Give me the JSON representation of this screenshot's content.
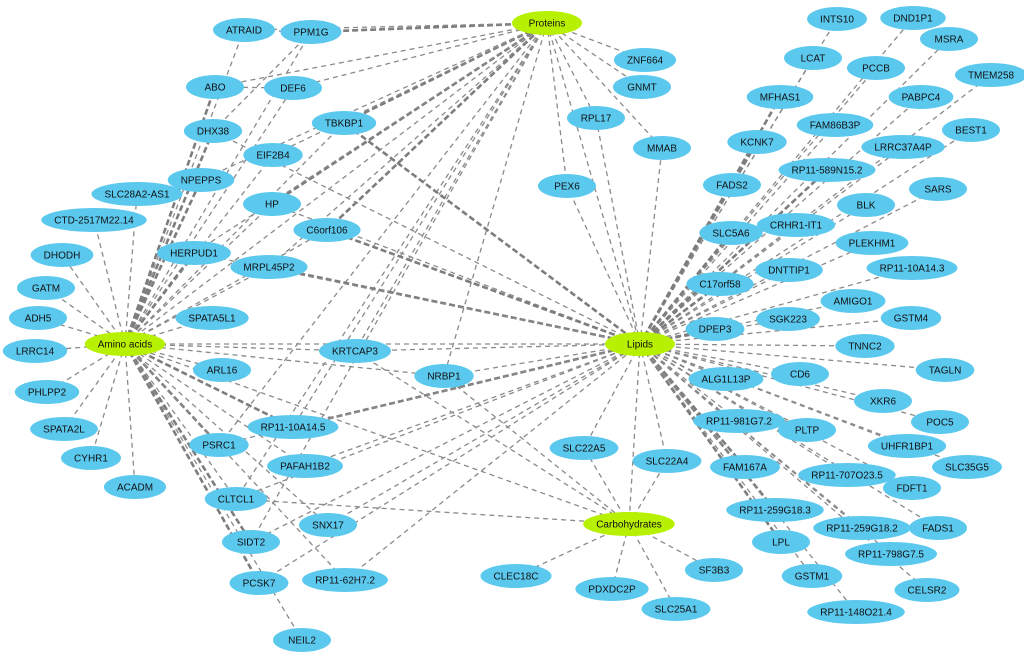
{
  "colors": {
    "hub": "#b7f000",
    "gene": "#5bc8ee",
    "edge": "#8a8a8a",
    "text": "#111111"
  },
  "hubs": [
    {
      "id": "proteins",
      "label": "Proteins"
    },
    {
      "id": "lipids",
      "label": "Lipids"
    },
    {
      "id": "amino",
      "label": "Amino acids"
    },
    {
      "id": "carbs",
      "label": "Carbohydrates"
    }
  ],
  "genes": [
    "ATRAID",
    "PPM1G",
    "ABO",
    "DEF6",
    "DHX38",
    "TBKBP1",
    "EIF2B4",
    "NPEPPS",
    "SLC28A2-AS1",
    "CTD-2517M22.14",
    "HP",
    "C6orf106",
    "HERPUD1",
    "DHODH",
    "MRPL45P2",
    "GATM",
    "ADH5",
    "SPATA5L1",
    "LRRC14",
    "KRTCAP3",
    "ARL16",
    "NRBP1",
    "PHLPP2",
    "SPATA2L",
    "RP11-10A14.5",
    "PSRC1",
    "PAFAH1B2",
    "CYHR1",
    "ACADM",
    "CLTCL1",
    "SNX17",
    "SIDT2",
    "PCSK7",
    "RP11-62H7.2",
    "NEIL2",
    "ZNF664",
    "GNMT",
    "RPL17",
    "MMAB",
    "PEX6",
    "SLC22A5",
    "SLC22A4",
    "CLEC18C",
    "PDXDC2P",
    "SF3B3",
    "SLC25A1",
    "INTS10",
    "DND1P1",
    "MSRA",
    "LCAT",
    "PCCB",
    "TMEM258",
    "MFHAS1",
    "PABPC4",
    "FAM86B3P",
    "BEST1",
    "KCNK7",
    "LRRC37A4P",
    "RP11-589N15.2",
    "FADS2",
    "SARS",
    "SLC5A6",
    "CRHR1-IT1",
    "BLK",
    "PLEKHM1",
    "DNTTIP1",
    "RP11-10A14.3",
    "C17orf58",
    "AMIGO1",
    "SGK223",
    "GSTM4",
    "DPEP3",
    "TNNC2",
    "CD6",
    "TAGLN",
    "ALG1L13P",
    "XKR6",
    "POC5",
    "RP11-981G7.2",
    "PLTP",
    "UHFR1BP1",
    "SLC35G5",
    "FAM167A",
    "RP11-707O23.5",
    "FDFT1",
    "RP11-259G18.3",
    "RP11-259G18.2",
    "FADS1",
    "LPL",
    "RP11-798G7.5",
    "GSTM1",
    "CELSR2",
    "RP11-148O21.4"
  ],
  "edges": [
    [
      "Proteins",
      "PPM1G"
    ],
    [
      "Proteins",
      "ATRAID"
    ],
    [
      "Proteins",
      "ABO"
    ],
    [
      "Proteins",
      "DEF6"
    ],
    [
      "Proteins",
      "TBKBP1"
    ],
    [
      "Proteins",
      "EIF2B4"
    ],
    [
      "Proteins",
      "HP"
    ],
    [
      "Proteins",
      "C6orf106"
    ],
    [
      "Proteins",
      "NPEPPS"
    ],
    [
      "Proteins",
      "HERPUD1"
    ],
    [
      "Proteins",
      "MRPL45P2"
    ],
    [
      "Proteins",
      "Amino acids"
    ],
    [
      "Proteins",
      "KRTCAP3"
    ],
    [
      "Proteins",
      "NRBP1"
    ],
    [
      "Proteins",
      "ZNF664"
    ],
    [
      "Proteins",
      "GNMT"
    ],
    [
      "Proteins",
      "RPL17"
    ],
    [
      "Proteins",
      "MMAB"
    ],
    [
      "Proteins",
      "PEX6"
    ],
    [
      "Proteins",
      "Lipids"
    ],
    [
      "Proteins",
      "RP11-10A14.5"
    ],
    [
      "Proteins",
      "CLTCL1"
    ],
    [
      "Proteins",
      "SIDT2"
    ],
    [
      "Proteins",
      "PSRC1"
    ],
    [
      "Amino acids",
      "ATRAID"
    ],
    [
      "Amino acids",
      "PPM1G"
    ],
    [
      "Amino acids",
      "ABO"
    ],
    [
      "Amino acids",
      "DEF6"
    ],
    [
      "Amino acids",
      "DHX38"
    ],
    [
      "Amino acids",
      "TBKBP1"
    ],
    [
      "Amino acids",
      "EIF2B4"
    ],
    [
      "Amino acids",
      "NPEPPS"
    ],
    [
      "Amino acids",
      "SLC28A2-AS1"
    ],
    [
      "Amino acids",
      "CTD-2517M22.14"
    ],
    [
      "Amino acids",
      "HP"
    ],
    [
      "Amino acids",
      "C6orf106"
    ],
    [
      "Amino acids",
      "HERPUD1"
    ],
    [
      "Amino acids",
      "DHODH"
    ],
    [
      "Amino acids",
      "MRPL45P2"
    ],
    [
      "Amino acids",
      "GATM"
    ],
    [
      "Amino acids",
      "ADH5"
    ],
    [
      "Amino acids",
      "SPATA5L1"
    ],
    [
      "Amino acids",
      "LRRC14"
    ],
    [
      "Amino acids",
      "PHLPP2"
    ],
    [
      "Amino acids",
      "SPATA2L"
    ],
    [
      "Amino acids",
      "CYHR1"
    ],
    [
      "Amino acids",
      "ACADM"
    ],
    [
      "Amino acids",
      "ARL16"
    ],
    [
      "Amino acids",
      "KRTCAP3"
    ],
    [
      "Amino acids",
      "NRBP1"
    ],
    [
      "Amino acids",
      "RP11-10A14.5"
    ],
    [
      "Amino acids",
      "PSRC1"
    ],
    [
      "Amino acids",
      "PAFAH1B2"
    ],
    [
      "Amino acids",
      "CLTCL1"
    ],
    [
      "Amino acids",
      "SNX17"
    ],
    [
      "Amino acids",
      "SIDT2"
    ],
    [
      "Amino acids",
      "PCSK7"
    ],
    [
      "Amino acids",
      "RP11-62H7.2"
    ],
    [
      "Amino acids",
      "NEIL2"
    ],
    [
      "Amino acids",
      "Lipids"
    ],
    [
      "Amino acids",
      "Carbohydrates"
    ],
    [
      "Lipids",
      "TBKBP1"
    ],
    [
      "Lipids",
      "DHX38"
    ],
    [
      "Lipids",
      "HP"
    ],
    [
      "Lipids",
      "C6orf106"
    ],
    [
      "Lipids",
      "MRPL45P2"
    ],
    [
      "Lipids",
      "HERPUD1"
    ],
    [
      "Lipids",
      "KRTCAP3"
    ],
    [
      "Lipids",
      "NRBP1"
    ],
    [
      "Lipids",
      "RP11-10A14.5"
    ],
    [
      "Lipids",
      "PSRC1"
    ],
    [
      "Lipids",
      "PAFAH1B2"
    ],
    [
      "Lipids",
      "CLTCL1"
    ],
    [
      "Lipids",
      "SNX17"
    ],
    [
      "Lipids",
      "SIDT2"
    ],
    [
      "Lipids",
      "PCSK7"
    ],
    [
      "Lipids",
      "RP11-62H7.2"
    ],
    [
      "Lipids",
      "PEX6"
    ],
    [
      "Lipids",
      "RPL17"
    ],
    [
      "Lipids",
      "MMAB"
    ],
    [
      "Lipids",
      "SLC22A5"
    ],
    [
      "Lipids",
      "SLC22A4"
    ],
    [
      "Lipids",
      "INTS10"
    ],
    [
      "Lipids",
      "DND1P1"
    ],
    [
      "Lipids",
      "MSRA"
    ],
    [
      "Lipids",
      "LCAT"
    ],
    [
      "Lipids",
      "PCCB"
    ],
    [
      "Lipids",
      "TMEM258"
    ],
    [
      "Lipids",
      "MFHAS1"
    ],
    [
      "Lipids",
      "PABPC4"
    ],
    [
      "Lipids",
      "FAM86B3P"
    ],
    [
      "Lipids",
      "BEST1"
    ],
    [
      "Lipids",
      "KCNK7"
    ],
    [
      "Lipids",
      "LRRC37A4P"
    ],
    [
      "Lipids",
      "RP11-589N15.2"
    ],
    [
      "Lipids",
      "FADS2"
    ],
    [
      "Lipids",
      "SARS"
    ],
    [
      "Lipids",
      "SLC5A6"
    ],
    [
      "Lipids",
      "CRHR1-IT1"
    ],
    [
      "Lipids",
      "BLK"
    ],
    [
      "Lipids",
      "PLEKHM1"
    ],
    [
      "Lipids",
      "DNTTIP1"
    ],
    [
      "Lipids",
      "RP11-10A14.3"
    ],
    [
      "Lipids",
      "C17orf58"
    ],
    [
      "Lipids",
      "AMIGO1"
    ],
    [
      "Lipids",
      "SGK223"
    ],
    [
      "Lipids",
      "GSTM4"
    ],
    [
      "Lipids",
      "DPEP3"
    ],
    [
      "Lipids",
      "TNNC2"
    ],
    [
      "Lipids",
      "CD6"
    ],
    [
      "Lipids",
      "TAGLN"
    ],
    [
      "Lipids",
      "ALG1L13P"
    ],
    [
      "Lipids",
      "XKR6"
    ],
    [
      "Lipids",
      "POC5"
    ],
    [
      "Lipids",
      "RP11-981G7.2"
    ],
    [
      "Lipids",
      "PLTP"
    ],
    [
      "Lipids",
      "UHFR1BP1"
    ],
    [
      "Lipids",
      "SLC35G5"
    ],
    [
      "Lipids",
      "FAM167A"
    ],
    [
      "Lipids",
      "RP11-707O23.5"
    ],
    [
      "Lipids",
      "FDFT1"
    ],
    [
      "Lipids",
      "RP11-259G18.3"
    ],
    [
      "Lipids",
      "RP11-259G18.2"
    ],
    [
      "Lipids",
      "FADS1"
    ],
    [
      "Lipids",
      "LPL"
    ],
    [
      "Lipids",
      "RP11-798G7.5"
    ],
    [
      "Lipids",
      "GSTM1"
    ],
    [
      "Lipids",
      "CELSR2"
    ],
    [
      "Lipids",
      "RP11-148O21.4"
    ],
    [
      "Lipids",
      "Carbohydrates"
    ],
    [
      "Carbohydrates",
      "KRTCAP3"
    ],
    [
      "Carbohydrates",
      "NRBP1"
    ],
    [
      "Carbohydrates",
      "SLC22A5"
    ],
    [
      "Carbohydrates",
      "SLC22A4"
    ],
    [
      "Carbohydrates",
      "CLTCL1"
    ],
    [
      "Carbohydrates",
      "CLEC18C"
    ],
    [
      "Carbohydrates",
      "PDXDC2P"
    ],
    [
      "Carbohydrates",
      "SF3B3"
    ],
    [
      "Carbohydrates",
      "SLC25A1"
    ],
    [
      "PPM1G",
      "ATRAID"
    ],
    [
      "DEF6",
      "ABO"
    ],
    [
      "PPM1G",
      "DHX38"
    ]
  ],
  "thick_edges": [
    [
      "Proteins",
      "PPM1G"
    ],
    [
      "Proteins",
      "TBKBP1"
    ],
    [
      "Proteins",
      "HP"
    ],
    [
      "Proteins",
      "C6orf106"
    ],
    [
      "Amino acids",
      "DHX38"
    ],
    [
      "Amino acids",
      "ABO"
    ],
    [
      "Amino acids",
      "NPEPPS"
    ],
    [
      "Amino acids",
      "HERPUD1"
    ],
    [
      "Amino acids",
      "RP11-10A14.5"
    ],
    [
      "Amino acids",
      "PSRC1"
    ],
    [
      "Amino acids",
      "SIDT2"
    ],
    [
      "Amino acids",
      "PCSK7"
    ],
    [
      "Lipids",
      "TBKBP1"
    ],
    [
      "Lipids",
      "C6orf106"
    ],
    [
      "Lipids",
      "MRPL45P2"
    ],
    [
      "Lipids",
      "RP11-10A14.5"
    ],
    [
      "Lipids",
      "FADS2"
    ],
    [
      "Lipids",
      "SLC5A6"
    ],
    [
      "Lipids",
      "KCNK7"
    ],
    [
      "Lipids",
      "MFHAS1"
    ],
    [
      "Lipids",
      "C17orf58"
    ],
    [
      "Lipids",
      "FAM167A"
    ],
    [
      "Lipids",
      "LPL"
    ],
    [
      "Lipids",
      "RP11-259G18.3"
    ],
    [
      "Lipids",
      "RP11-589N15.2"
    ],
    [
      "Lipids",
      "DPEP3"
    ]
  ]
}
